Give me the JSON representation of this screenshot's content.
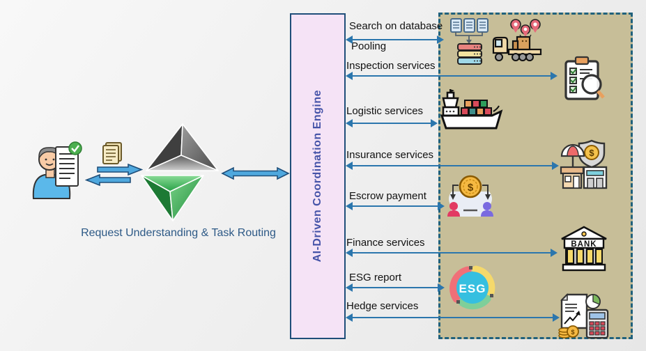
{
  "diagram": {
    "caption": "Request Understanding & Task Routing",
    "engine_title": "AI-Driven Coordination Engine"
  },
  "services": [
    {
      "label": "Search on database"
    },
    {
      "label": "Pooling"
    },
    {
      "label": "Inspection services"
    },
    {
      "label": "Logistic services"
    },
    {
      "label": "Insurance services"
    },
    {
      "label": "Escrow payment"
    },
    {
      "label": "Finance services"
    },
    {
      "label": "ESG report"
    },
    {
      "label": "Hedge services"
    }
  ],
  "icon_text": {
    "bank": "BANK",
    "esg": "ESG"
  },
  "icons": [
    "user-request-icon",
    "documents-icon",
    "tetrahedron-logo",
    "database-search-icon",
    "truck-pins-icon",
    "clipboard-inspection-icon",
    "cargo-ship-icon",
    "insurance-icon",
    "escrow-payment-icon",
    "bank-icon",
    "esg-icon",
    "hedge-accounting-icon"
  ],
  "colors": {
    "arrow": "#2B76AD",
    "block_arrow_fill": "#4FA8DE",
    "block_arrow_border": "#1F4E79",
    "engine_fill": "#F5E3F6",
    "engine_border": "#1F4E79",
    "engine_text": "#4553A8",
    "panel_fill": "#C7BE98",
    "panel_border": "#20617C",
    "caption_text": "#2D5986",
    "label_text": "#111111"
  }
}
